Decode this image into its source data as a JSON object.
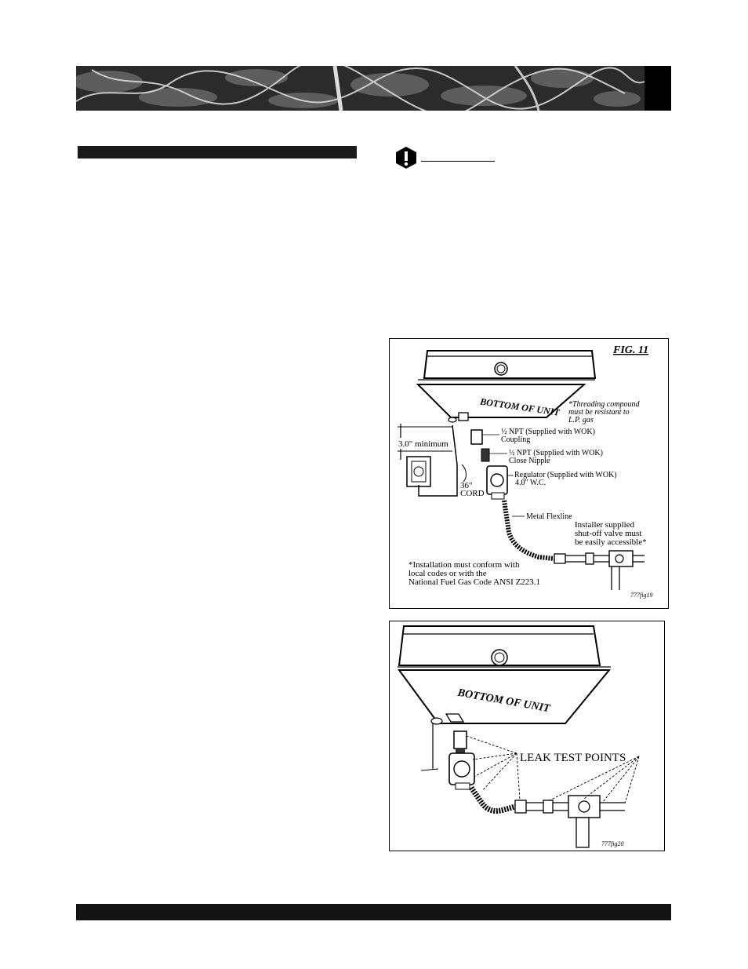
{
  "figure1": {
    "title": "FIG. 11",
    "unit_label": "BOTTOM OF UNIT",
    "threading_note": [
      "*Threading compound",
      "must be resistant to",
      "L.P. gas"
    ],
    "minimum": "3.0\" minimum",
    "coupling": [
      "½ NPT (Supplied with WOK)",
      "Coupling"
    ],
    "nipple": [
      "½ NPT (Supplied with WOK)",
      "Close Nipple"
    ],
    "regulator": [
      "Regulator (Supplied with WOK)",
      "4.0\" W.C."
    ],
    "cord": [
      "36\"",
      "CORD"
    ],
    "flexline": "Metal Flexline",
    "valve_note": [
      "Installer supplied",
      "shut-off valve must",
      "be easily accessible*"
    ],
    "install_note": [
      "*Installation must conform with",
      "local codes or with the",
      "National Fuel Gas Code ANSI Z223.1"
    ],
    "code": "777fig19"
  },
  "figure2": {
    "unit_label": "BOTTOM OF UNIT",
    "leak_label": "LEAK TEST POINTS",
    "code": "777fig20"
  }
}
